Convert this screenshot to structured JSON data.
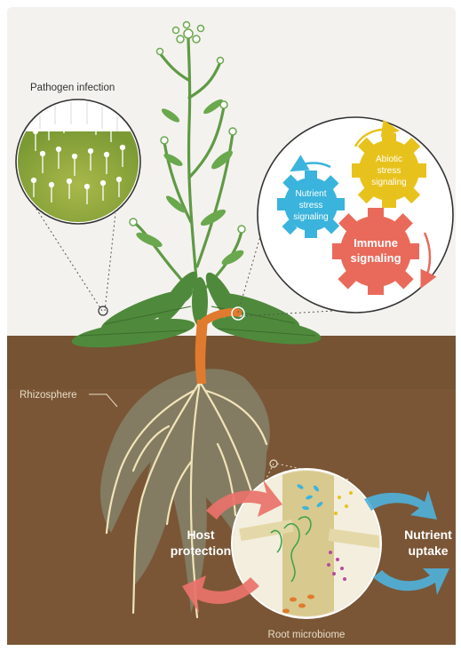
{
  "labels": {
    "pathogen_infection": "Pathogen infection",
    "rhizosphere": "Rhizosphere",
    "nutrient_stress_1": "Nutrient",
    "nutrient_stress_2": "stress",
    "nutrient_stress_3": "signaling",
    "abiotic_stress_1": "Abiotic",
    "abiotic_stress_2": "stress",
    "abiotic_stress_3": "signaling",
    "immune_1": "Immune",
    "immune_2": "signaling",
    "host_protection_1": "Host",
    "host_protection_2": "protection",
    "nutrient_uptake_1": "Nutrient",
    "nutrient_uptake_2": "uptake",
    "root_microbiome": "Root microbiome"
  },
  "colors": {
    "sky": "#f4f2ee",
    "soil": "#7a5636",
    "leaf": "#4f8a3c",
    "stem_orange": "#e07a2e",
    "gear_blue": "#3ab4dc",
    "gear_yellow": "#e8c21c",
    "gear_red": "#e96a5a",
    "arrow_red": "#e9726a",
    "arrow_blue": "#4fb0d8"
  }
}
